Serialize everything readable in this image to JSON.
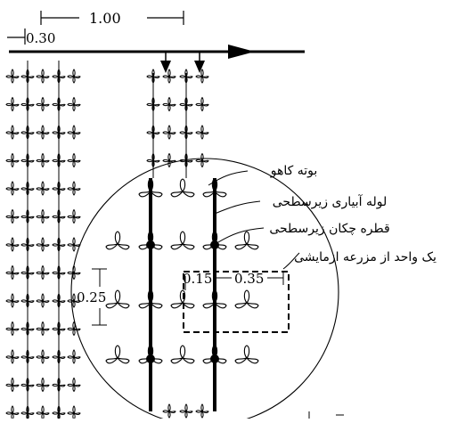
{
  "dimensions": {
    "spacing_top": "1.00",
    "offset_left": "0.30",
    "row_spacing": "0.25",
    "emitter_gap": "0.15",
    "plot_width": "0.35"
  },
  "labels": {
    "lettuce_plant": "بوته کاهو",
    "subsurface_pipe": "لوله آبیاری زیرسطحی",
    "subsurface_dripper": "قطره چکان زیرسطحی",
    "experimental_unit": "یک واحد از مزرعه ازمایشی"
  }
}
